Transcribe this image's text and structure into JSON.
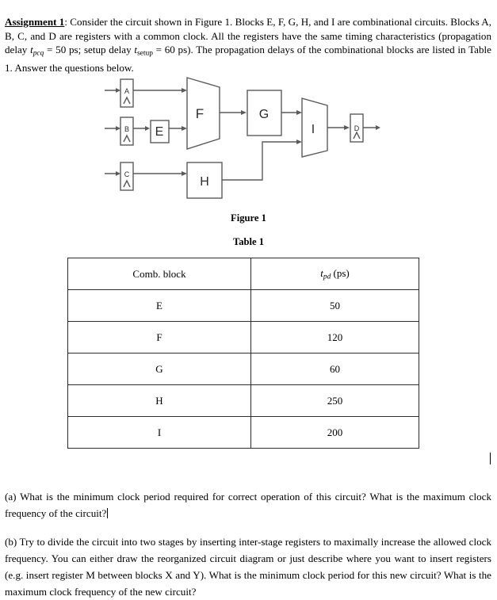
{
  "document": {
    "intro": {
      "heading": "Assignment 1",
      "text_1": ": Consider the circuit shown in Figure 1. Blocks E, F, G, H, and I are combinational circuits. Blocks A, B, C, and D are registers with a common clock. All the registers have the same timing characteristics (propagation delay ",
      "tpcq_symbol": "t",
      "tpcq_sub": "pcq",
      "text_2": " = 50 ps; setup delay ",
      "tsetup_symbol": "t",
      "tsetup_sub": "setup",
      "text_3": " = 60 ps). The propagation delays of the combinational blocks are listed in Table 1. Answer the questions below."
    },
    "figure": {
      "caption": "Figure 1",
      "registers": [
        {
          "label": "A",
          "clock_icon": "clock-triangle-icon"
        },
        {
          "label": "B",
          "clock_icon": "clock-triangle-icon"
        },
        {
          "label": "C",
          "clock_icon": "clock-triangle-icon"
        },
        {
          "label": "D",
          "clock_icon": "clock-triangle-icon"
        }
      ],
      "comb_blocks": [
        {
          "label": "E",
          "shape": "rect"
        },
        {
          "label": "F",
          "shape": "trapezoid"
        },
        {
          "label": "G",
          "shape": "rect"
        },
        {
          "label": "H",
          "shape": "rect"
        },
        {
          "label": "I",
          "shape": "trapezoid"
        }
      ],
      "line_color": "#5a5a5a"
    },
    "table": {
      "caption": "Table 1",
      "headers": {
        "col1": "Comb. block",
        "col2_symbol": "t",
        "col2_sub": "pd",
        "col2_unit": "(ps)"
      },
      "rows": [
        {
          "block": "E",
          "tpd": "50"
        },
        {
          "block": "F",
          "tpd": "120"
        },
        {
          "block": "G",
          "tpd": "60"
        },
        {
          "block": "H",
          "tpd": "250"
        },
        {
          "block": "I",
          "tpd": "200"
        }
      ]
    },
    "questions": {
      "a": "(a) What is the minimum clock period required for correct operation of this circuit? What is the maximum clock frequency of the circuit?",
      "b": "(b) Try to divide the circuit into two stages by inserting inter-stage registers to maximally increase the allowed clock frequency. You can either draw the reorganized circuit diagram or just describe where you want to insert registers (e.g. insert register M between blocks X and Y). What is the minimum clock period for this new circuit? What is the maximum clock frequency of the new circuit?"
    }
  }
}
